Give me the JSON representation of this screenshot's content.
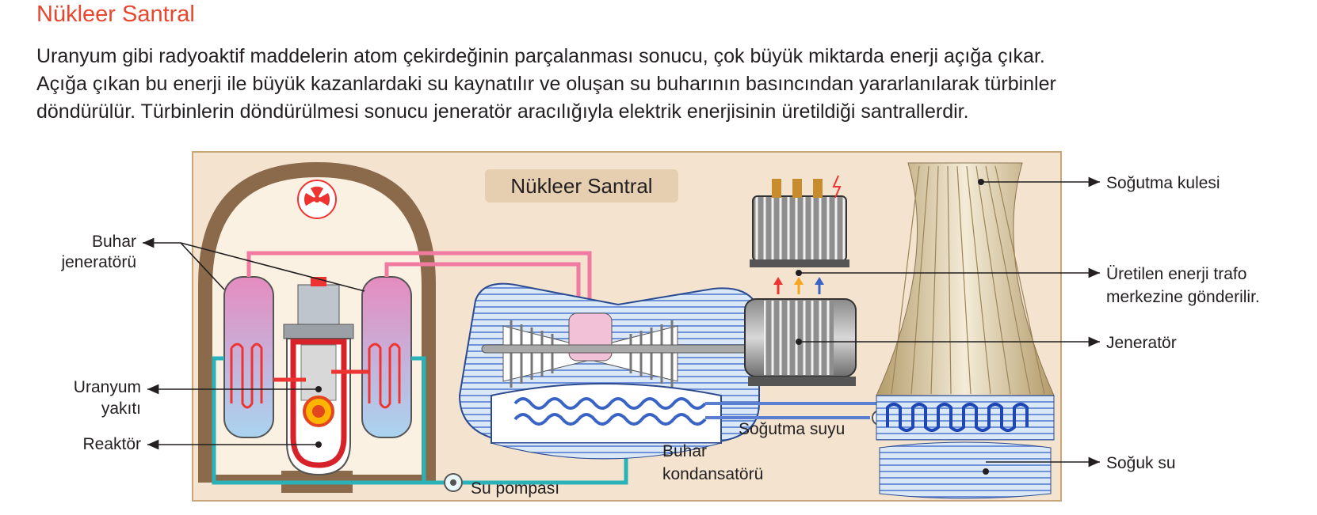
{
  "heading": "Nükleer Santral",
  "paragraph_lines": [
    "Uranyum gibi radyoaktif maddelerin atom çekirdeğinin parçalanması sonucu, çok büyük miktarda enerji açığa çıkar.",
    "Açığa çıkan bu enerji ile büyük kazanlardaki su kaynatılır ve oluşan su buharının basıncından yararlanılarak türbinler",
    "döndürülür. Türbinlerin döndürülmesi sonucu jeneratör aracılığıyla elektrik enerjisinin üretildiği santrallerdir."
  ],
  "diagram": {
    "banner": "Nükleer Santral",
    "labels": {
      "buhar_jeneratoru_1": "Buhar",
      "buhar_jeneratoru_2": "jeneratörü",
      "uranyum_1": "Uranyum",
      "uranyum_2": "yakıtı",
      "reaktor": "Reaktör",
      "su_pompasi": "Su pompası",
      "buhar_kondansatoru_1": "Buhar",
      "buhar_kondansatoru_2": "kondansatörü",
      "sogutma_suyu": "Soğutma suyu",
      "sogutma_kulesi": "Soğutma kulesi",
      "trafo_1": "Üretilen enerji trafo",
      "trafo_2": "merkezine gönderilir.",
      "jenerator": "Jeneratör",
      "soguk_su": "Soğuk su"
    },
    "colors": {
      "heading": "#e8462e",
      "background_panel": "#f3e3cf",
      "dome": "#8a6a4a",
      "steam_pipe": "#f07aa0",
      "water_pipe": "#2ab2b8",
      "cooling_water": "#5a7fd0"
    }
  }
}
